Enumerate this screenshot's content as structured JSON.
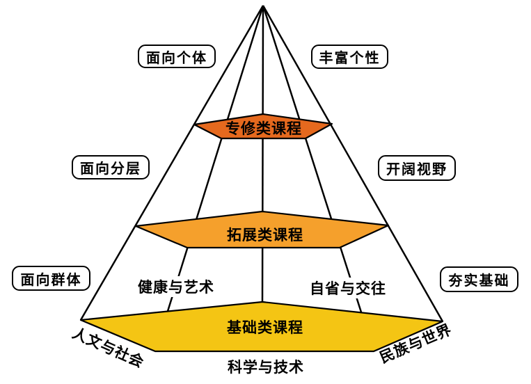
{
  "colors": {
    "background": "#ffffff",
    "line": "#000000",
    "band_top": "#e5691e",
    "band_middle": "#f5a02c",
    "band_bottom": "#f4c514"
  },
  "bands": {
    "top": {
      "label": "专修类课程"
    },
    "middle": {
      "label": "拓展类课程"
    },
    "bottom": {
      "label": "基础类课程"
    }
  },
  "side_labels": {
    "left": [
      {
        "label": "面向个体"
      },
      {
        "label": "面向分层"
      },
      {
        "label": "面向群体"
      }
    ],
    "right": [
      {
        "label": "丰富个性"
      },
      {
        "label": "开阔视野"
      },
      {
        "label": "夯实基础"
      }
    ]
  },
  "inner_labels": {
    "health_art": "健康与艺术",
    "reflection_communication": "自省与交往"
  },
  "base_labels": {
    "humanities_society": "人文与社会",
    "science_technology": "科学与技术",
    "nation_world": "民族与世界"
  }
}
